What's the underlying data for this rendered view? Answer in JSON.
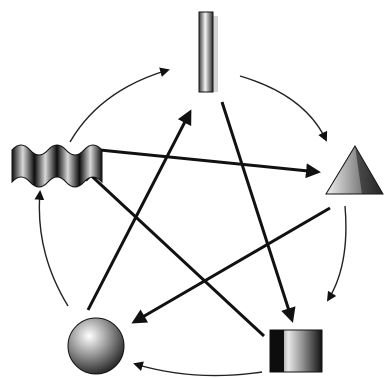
{
  "diagram": {
    "nodes": [
      {
        "id": "bar",
        "shape": "vertical-bar"
      },
      {
        "id": "triangle",
        "shape": "triangle"
      },
      {
        "id": "cylinder",
        "shape": "cylinder"
      },
      {
        "id": "sphere",
        "shape": "sphere"
      },
      {
        "id": "wave",
        "shape": "wavy-sheet"
      }
    ],
    "cycle_edges": [
      {
        "from": "wave",
        "to": "bar"
      },
      {
        "from": "bar",
        "to": "triangle"
      },
      {
        "from": "triangle",
        "to": "cylinder"
      },
      {
        "from": "cylinder",
        "to": "sphere"
      },
      {
        "from": "sphere",
        "to": "wave"
      }
    ],
    "star_edges": [
      {
        "from": "bar",
        "to": "cylinder"
      },
      {
        "from": "cylinder",
        "to": "wave"
      },
      {
        "from": "wave",
        "to": "triangle"
      },
      {
        "from": "triangle",
        "to": "sphere"
      },
      {
        "from": "sphere",
        "to": "bar"
      }
    ],
    "colors": {
      "stroke": "#1a1a1a",
      "dark": "#111111",
      "light": "#f2f2f2"
    }
  }
}
